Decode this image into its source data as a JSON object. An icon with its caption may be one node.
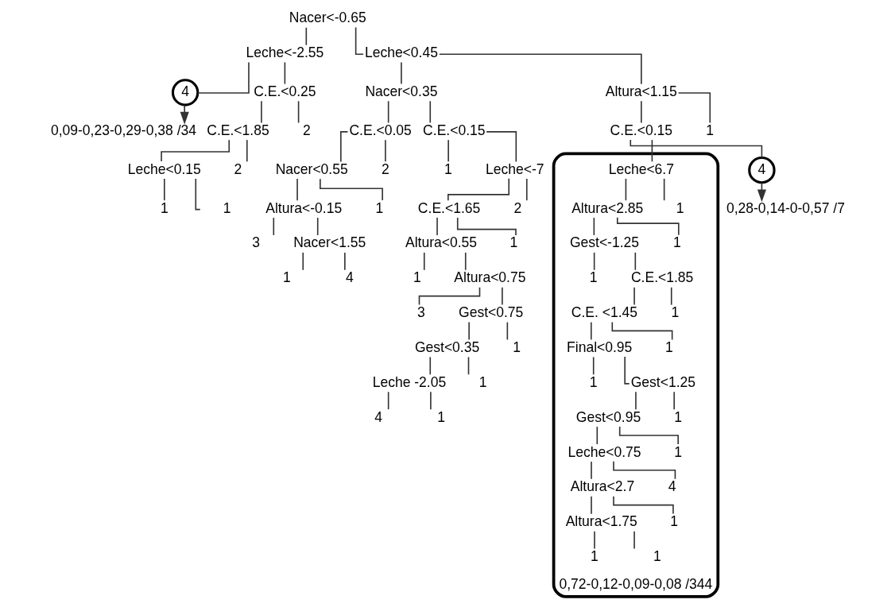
{
  "diagram": {
    "nodes": [
      {
        "text": [
          "Nacer<-0.65"
        ]
      },
      {
        "text": [
          "Leche<-2.55"
        ]
      },
      {
        "text": [
          "4"
        ]
      },
      {
        "text": [
          "C.E.<0.25"
        ]
      },
      {
        "text": [
          "2"
        ]
      },
      {
        "text": [
          "C.E.<1.85"
        ]
      },
      {
        "text": [
          "Leche<0.15"
        ]
      },
      {
        "text": [
          "1"
        ]
      },
      {
        "text": [
          "1"
        ]
      },
      {
        "text": [
          "2"
        ]
      },
      {
        "text": [
          "Leche<0.45"
        ]
      },
      {
        "text": [
          "Nacer<0.35"
        ]
      },
      {
        "text": [
          "C.E.<0.15"
        ]
      },
      {
        "text": [
          "1"
        ]
      },
      {
        "text": [
          "Leche<-7"
        ]
      },
      {
        "text": [
          "2"
        ]
      },
      {
        "text": [
          "C.E.<1.65"
        ]
      },
      {
        "text": [
          "Altura<0.55"
        ]
      },
      {
        "text": [
          "1"
        ]
      },
      {
        "text": [
          "Altura<0.75"
        ]
      },
      {
        "text": [
          "3"
        ]
      },
      {
        "text": [
          "Gest<0.75"
        ]
      },
      {
        "text": [
          "Gest<0.35"
        ]
      },
      {
        "text": [
          "Leche -2.05"
        ]
      },
      {
        "text": [
          "4"
        ]
      },
      {
        "text": [
          "1"
        ]
      },
      {
        "text": [
          "1"
        ]
      },
      {
        "text": [
          "1"
        ]
      },
      {
        "text": [
          "1"
        ]
      },
      {
        "text": [
          "C.E.<0.05"
        ]
      },
      {
        "text": [
          "2"
        ]
      },
      {
        "text": [
          "Nacer<0.55"
        ]
      },
      {
        "text": [
          "1"
        ]
      },
      {
        "text": [
          "Altura<-0.15"
        ]
      },
      {
        "text": [
          "3"
        ]
      },
      {
        "text": [
          "Nacer<1.55"
        ]
      },
      {
        "text": [
          "1"
        ]
      },
      {
        "text": [
          "4"
        ]
      },
      {
        "text": [
          "Altura<1.15"
        ]
      },
      {
        "text": [
          "1"
        ]
      },
      {
        "text": [
          "C.E.<0.15"
        ]
      },
      {
        "text": [
          "4"
        ]
      },
      {
        "text": [
          "0,72-0,12-0,09-0,08 /344"
        ]
      },
      {
        "text": [
          "Leche<6.7"
        ],
        "in": 42
      },
      {
        "text": [
          "Altura<2.85"
        ],
        "in": 42
      },
      {
        "text": [
          "Gest<-1.25"
        ],
        "in": 42
      },
      {
        "text": [
          "1"
        ],
        "in": 42
      },
      {
        "text": [
          "C.E.<1.85"
        ],
        "in": 42
      },
      {
        "text": [
          "C.E. <1.45"
        ],
        "in": 42
      },
      {
        "text": [
          "Final<0.95"
        ],
        "in": 42
      },
      {
        "text": [
          "1"
        ],
        "in": 42
      },
      {
        "text": [
          "Gest<1.25"
        ],
        "in": 42
      },
      {
        "text": [
          "Gest<0.95"
        ],
        "in": 42
      },
      {
        "text": [
          "Leche<0.75"
        ],
        "in": 42
      },
      {
        "text": [
          "Altura<2.7"
        ],
        "in": 42
      },
      {
        "text": [
          "Altura<1.75"
        ],
        "in": 42
      },
      {
        "text": [
          "1"
        ],
        "in": 42
      },
      {
        "text": [
          "1"
        ],
        "in": 42
      },
      {
        "text": [
          "1"
        ],
        "in": 42
      },
      {
        "text": [
          "4"
        ],
        "in": 42
      },
      {
        "text": [
          "1"
        ],
        "in": 42
      },
      {
        "text": [
          "1"
        ],
        "in": 42
      },
      {
        "text": [
          "1"
        ],
        "in": 42
      },
      {
        "text": [
          "1"
        ],
        "in": 42
      },
      {
        "text": [
          "1"
        ],
        "in": 42
      },
      {
        "text": [
          "1"
        ],
        "in": 42
      },
      {
        "text": [
          "0,09-0,23-0,29-0,38 /34"
        ]
      },
      {
        "text": [
          "0,28-0,14-0-0,57 /7"
        ]
      }
    ],
    "edges": [
      {
        "from": 0,
        "to": 1,
        "arrow": "none"
      },
      {
        "from": 1,
        "to": 2,
        "arrow": "none"
      },
      {
        "from": 1,
        "to": 3,
        "arrow": "none"
      },
      {
        "from": 3,
        "to": 4,
        "arrow": "none"
      },
      {
        "from": 3,
        "to": 5,
        "arrow": "none"
      },
      {
        "from": 5,
        "to": 6,
        "arrow": "none"
      },
      {
        "from": 6,
        "to": 7,
        "arrow": "none"
      },
      {
        "from": 6,
        "to": 8,
        "arrow": "none"
      },
      {
        "from": 5,
        "to": 9,
        "arrow": "none"
      },
      {
        "from": 0,
        "to": 10,
        "arrow": "none"
      },
      {
        "from": 10,
        "to": 11,
        "arrow": "none"
      },
      {
        "from": 11,
        "to": 12,
        "arrow": "none"
      },
      {
        "from": 12,
        "to": 13,
        "arrow": "none"
      },
      {
        "from": 12,
        "to": 14,
        "arrow": "none"
      },
      {
        "from": 14,
        "to": 15,
        "arrow": "none"
      },
      {
        "from": 14,
        "to": 16,
        "arrow": "none"
      },
      {
        "from": 16,
        "to": 17,
        "arrow": "none"
      },
      {
        "from": 17,
        "to": 18,
        "arrow": "none"
      },
      {
        "from": 17,
        "to": 19,
        "arrow": "none"
      },
      {
        "from": 19,
        "to": 20,
        "arrow": "none"
      },
      {
        "from": 19,
        "to": 21,
        "arrow": "none"
      },
      {
        "from": 21,
        "to": 22,
        "arrow": "none"
      },
      {
        "from": 22,
        "to": 23,
        "arrow": "none"
      },
      {
        "from": 23,
        "to": 24,
        "arrow": "none"
      },
      {
        "from": 23,
        "to": 25,
        "arrow": "none"
      },
      {
        "from": 22,
        "to": 26,
        "arrow": "none"
      },
      {
        "from": 21,
        "to": 27,
        "arrow": "none"
      },
      {
        "from": 16,
        "to": 28,
        "arrow": "none"
      },
      {
        "from": 11,
        "to": 29,
        "arrow": "none"
      },
      {
        "from": 29,
        "to": 30,
        "arrow": "none"
      },
      {
        "from": 29,
        "to": 31,
        "arrow": "none"
      },
      {
        "from": 31,
        "to": 32,
        "arrow": "none"
      },
      {
        "from": 31,
        "to": 33,
        "arrow": "none"
      },
      {
        "from": 33,
        "to": 34,
        "arrow": "none"
      },
      {
        "from": 33,
        "to": 35,
        "arrow": "none"
      },
      {
        "from": 35,
        "to": 36,
        "arrow": "none"
      },
      {
        "from": 35,
        "to": 37,
        "arrow": "none"
      },
      {
        "from": 10,
        "to": 38,
        "arrow": "none"
      },
      {
        "from": 38,
        "to": 39,
        "arrow": "none"
      },
      {
        "from": 38,
        "to": 40,
        "arrow": "none"
      },
      {
        "from": 40,
        "to": 41,
        "arrow": "none"
      },
      {
        "from": 40,
        "to": 43,
        "arrow": "none"
      },
      {
        "from": 43,
        "to": 44,
        "arrow": "none"
      },
      {
        "from": 44,
        "to": 45,
        "arrow": "none"
      },
      {
        "from": 45,
        "to": 46,
        "arrow": "none"
      },
      {
        "from": 45,
        "to": 47,
        "arrow": "none"
      },
      {
        "from": 47,
        "to": 48,
        "arrow": "none"
      },
      {
        "from": 48,
        "to": 49,
        "arrow": "none"
      },
      {
        "from": 49,
        "to": 50,
        "arrow": "none"
      },
      {
        "from": 49,
        "to": 51,
        "arrow": "none"
      },
      {
        "from": 51,
        "to": 52,
        "arrow": "none"
      },
      {
        "from": 52,
        "to": 53,
        "arrow": "none"
      },
      {
        "from": 53,
        "to": 54,
        "arrow": "none"
      },
      {
        "from": 54,
        "to": 55,
        "arrow": "none"
      },
      {
        "from": 55,
        "to": 56,
        "arrow": "none"
      },
      {
        "from": 55,
        "to": 57,
        "arrow": "none"
      },
      {
        "from": 54,
        "to": 58,
        "arrow": "none"
      },
      {
        "from": 53,
        "to": 59,
        "arrow": "none"
      },
      {
        "from": 52,
        "to": 60,
        "arrow": "none"
      },
      {
        "from": 51,
        "to": 61,
        "arrow": "none"
      },
      {
        "from": 48,
        "to": 62,
        "arrow": "none"
      },
      {
        "from": 47,
        "to": 63,
        "arrow": "none"
      },
      {
        "from": 44,
        "to": 64,
        "arrow": "none"
      },
      {
        "from": 43,
        "to": 65,
        "arrow": "none"
      },
      {
        "from": 2,
        "to": 66,
        "arrow": "to"
      },
      {
        "from": 41,
        "to": 67,
        "arrow": "to"
      }
    ]
  }
}
